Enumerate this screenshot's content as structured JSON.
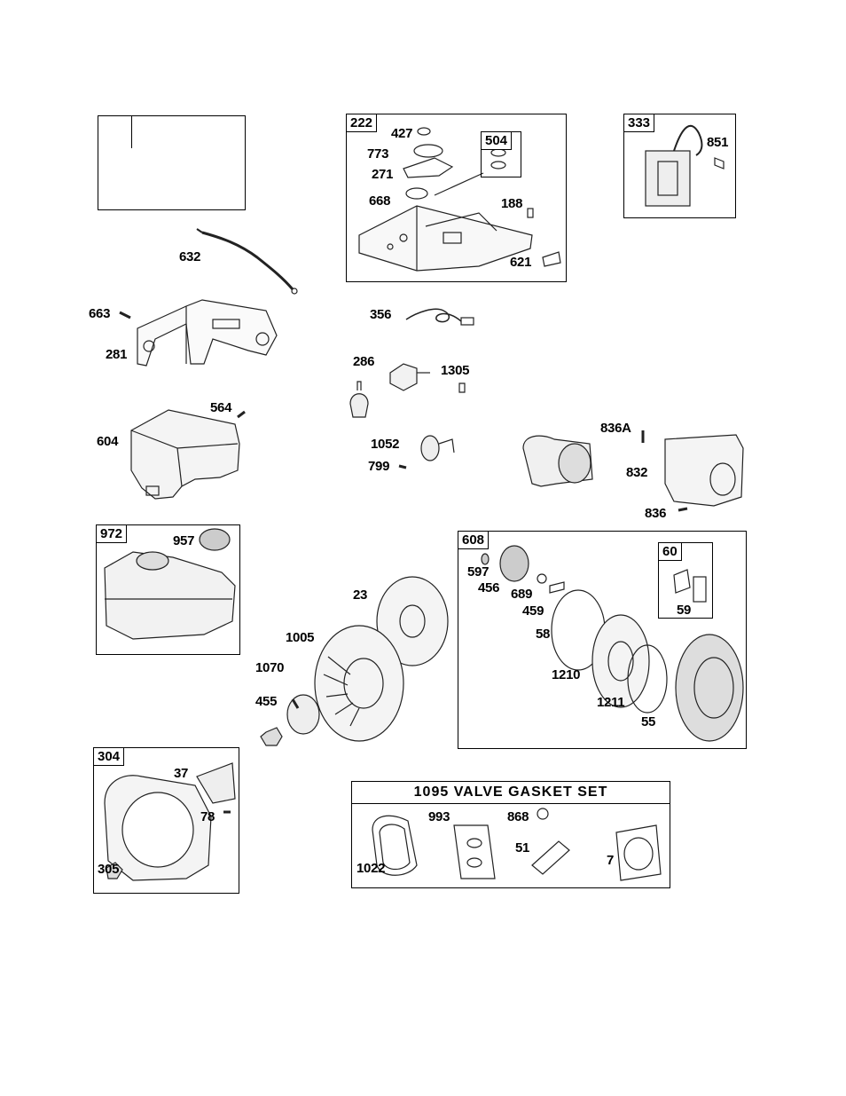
{
  "boxes": {
    "tl": "",
    "b222": "222",
    "b504": "504",
    "b333": "333",
    "b972": "972",
    "b608": "608",
    "b60": "60",
    "b304": "304"
  },
  "gasket_set": {
    "title": "1095  VALVE  GASKET  SET"
  },
  "labels": {
    "p427": "427",
    "p773": "773",
    "p271": "271",
    "p668": "668",
    "p188": "188",
    "p621": "621",
    "p851": "851",
    "p632": "632",
    "p663": "663",
    "p281": "281",
    "p356": "356",
    "p286": "286",
    "p1305": "1305",
    "p564": "564",
    "p604": "604",
    "p1052": "1052",
    "p799": "799",
    "p836A": "836A",
    "p832": "832",
    "p836": "836",
    "p957": "957",
    "p23": "23",
    "p1005": "1005",
    "p1070": "1070",
    "p455": "455",
    "p597": "597",
    "p456": "456",
    "p689": "689",
    "p459": "459",
    "p58": "58",
    "p1210": "1210",
    "p1211": "1211",
    "p55": "55",
    "p59": "59",
    "p37": "37",
    "p78": "78",
    "p305": "305",
    "p993": "993",
    "p868": "868",
    "p51": "51",
    "p1022": "1022",
    "p7": "7"
  }
}
